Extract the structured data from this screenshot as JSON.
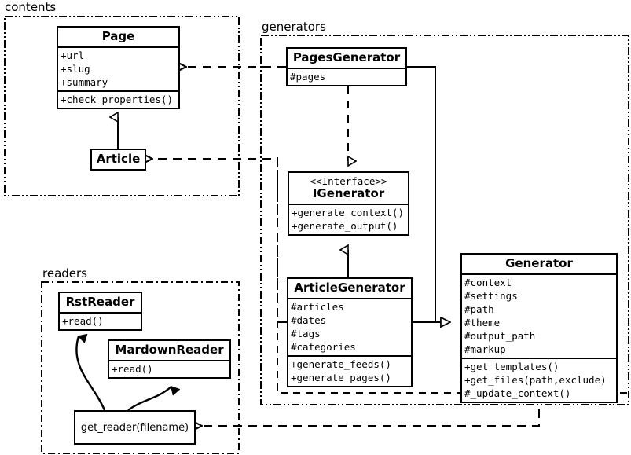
{
  "diagram": {
    "title": "Pelican architecture UML class diagram",
    "line_color": "#000000",
    "background": "#ffffff"
  },
  "packages": [
    {
      "id": "contents",
      "label": "contents"
    },
    {
      "id": "generators",
      "label": "generators"
    },
    {
      "id": "readers",
      "label": "readers"
    }
  ],
  "classes": {
    "page": {
      "name": "Page",
      "attributes": [
        "+url",
        "+slug",
        "+summary"
      ],
      "methods": [
        "+check_properties()"
      ]
    },
    "article": {
      "name": "Article",
      "attributes": [],
      "methods": []
    },
    "pages_generator": {
      "name": "PagesGenerator",
      "attributes": [
        "#pages"
      ],
      "methods": []
    },
    "igenerator": {
      "stereotype": "<<Interface>>",
      "name": "IGenerator",
      "attributes": [],
      "methods": [
        "+generate_context()",
        "+generate_output()"
      ]
    },
    "article_generator": {
      "name": "ArticleGenerator",
      "attributes": [
        "#articles",
        "#dates",
        "#tags",
        "#categories"
      ],
      "methods": [
        "+generate_feeds()",
        "+generate_pages()"
      ]
    },
    "generator": {
      "name": "Generator",
      "attributes": [
        "#context",
        "#settings",
        "#path",
        "#theme",
        "#output_path",
        "#markup"
      ],
      "methods": [
        "+get_templates()",
        "+get_files(path,exclude)",
        "#_update_context()"
      ]
    },
    "rst_reader": {
      "name": "RstReader",
      "attributes": [],
      "methods": [
        "+read()"
      ]
    },
    "mardown_reader": {
      "name": "MardownReader",
      "attributes": [],
      "methods": [
        "+read()"
      ]
    },
    "get_reader": {
      "name": "get_reader(filename)"
    }
  },
  "relations": [
    {
      "id": "article-inherits-page",
      "type": "generalization",
      "from": "Article",
      "to": "Page"
    },
    {
      "id": "pagesgenerator-realizes-igenerator",
      "type": "realization",
      "from": "PagesGenerator",
      "to": "IGenerator"
    },
    {
      "id": "articlegenerator-realizes-igenerator",
      "type": "realization",
      "from": "ArticleGenerator",
      "to": "IGenerator"
    },
    {
      "id": "pagesgenerator-aggregates-generator",
      "type": "aggregation",
      "from": "Generator",
      "to": "PagesGenerator"
    },
    {
      "id": "articlegenerator-aggregates-generator",
      "type": "aggregation",
      "from": "Generator",
      "to": "ArticleGenerator"
    },
    {
      "id": "pagesgenerator-depends-page",
      "type": "dependency",
      "from": "PagesGenerator",
      "to": "Page"
    },
    {
      "id": "articlegenerator-depends-article",
      "type": "dependency",
      "from": "ArticleGenerator",
      "to": "Article"
    },
    {
      "id": "generator-depends-getreader",
      "type": "dependency",
      "from": "Generator",
      "to": "get_reader(filename)"
    },
    {
      "id": "getreader-creates-rstreader",
      "type": "create",
      "from": "get_reader(filename)",
      "to": "RstReader"
    },
    {
      "id": "getreader-creates-mardownreader",
      "type": "create",
      "from": "get_reader(filename)",
      "to": "MardownReader"
    }
  ]
}
